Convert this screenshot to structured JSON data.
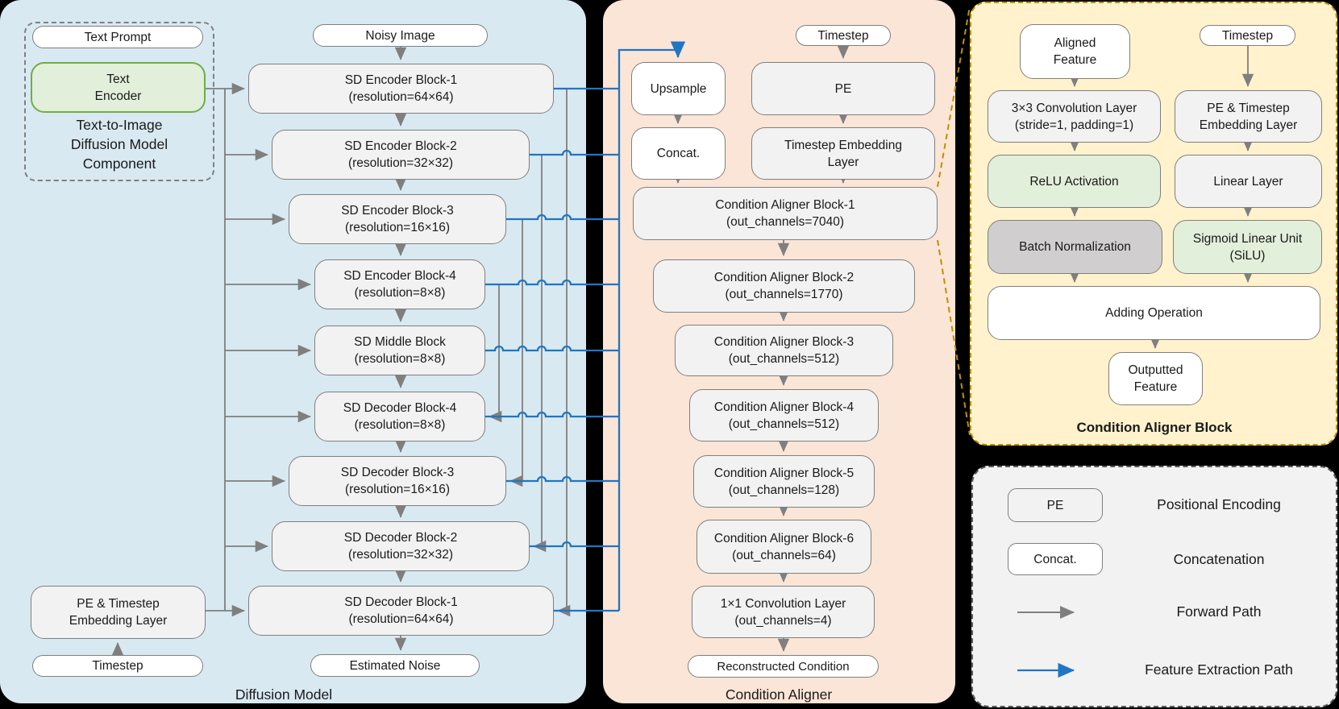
{
  "colors": {
    "feature_blue": "#1F76C4",
    "forward_gray": "#7F7F7F",
    "panel_diffusion_bg": "#D9E9F1",
    "panel_aligner_bg": "#FBE5D6",
    "panel_block_bg": "#FFF2CC",
    "panel_block_border": "#BF9000",
    "panel_legend_bg": "#F2F2F2",
    "box_gray": "#F2F2F2",
    "box_green": "#E2EFDA",
    "box_dark_gray": "#D0CECE",
    "text_encoder_border": "#70AD47"
  },
  "diffusion": {
    "panel_label": "Diffusion Model",
    "text_prompt": "Text Prompt",
    "text_encoder_line1": "Text",
    "text_encoder_line2": "Encoder",
    "component_label_line1": "Text-to-Image",
    "component_label_line2": "Diffusion Model",
    "component_label_line3": "Component",
    "noisy_image": "Noisy Image",
    "blocks": [
      {
        "name": "SD Encoder Block-1",
        "detail": "(resolution=64×64)"
      },
      {
        "name": "SD Encoder Block-2",
        "detail": "(resolution=32×32)"
      },
      {
        "name": "SD Encoder Block-3",
        "detail": "(resolution=16×16)"
      },
      {
        "name": "SD Encoder Block-4",
        "detail": "(resolution=8×8)"
      },
      {
        "name": "SD Middle Block",
        "detail": "(resolution=8×8)"
      },
      {
        "name": "SD Decoder Block-4",
        "detail": "(resolution=8×8)"
      },
      {
        "name": "SD Decoder Block-3",
        "detail": "(resolution=16×16)"
      },
      {
        "name": "SD Decoder Block-2",
        "detail": "(resolution=32×32)"
      },
      {
        "name": "SD Decoder Block-1",
        "detail": "(resolution=64×64)"
      }
    ],
    "pe_timestep_line1": "PE & Timestep",
    "pe_timestep_line2": "Embedding Layer",
    "timestep": "Timestep",
    "estimated_noise": "Estimated Noise"
  },
  "aligner": {
    "panel_label": "Condition Aligner",
    "timestep": "Timestep",
    "upsample": "Upsample",
    "concat": "Concat.",
    "pe": "PE",
    "ts_embed_line1": "Timestep Embedding",
    "ts_embed_line2": "Layer",
    "blocks": [
      {
        "name": "Condition Aligner Block-1",
        "detail": "(out_channels=7040)"
      },
      {
        "name": "Condition Aligner Block-2",
        "detail": "(out_channels=1770)"
      },
      {
        "name": "Condition Aligner Block-3",
        "detail": "(out_channels=512)"
      },
      {
        "name": "Condition Aligner Block-4",
        "detail": "(out_channels=512)"
      },
      {
        "name": "Condition Aligner Block-5",
        "detail": "(out_channels=128)"
      },
      {
        "name": "Condition Aligner Block-6",
        "detail": "(out_channels=64)"
      },
      {
        "name": "1×1 Convolution Layer",
        "detail": "(out_channels=4)"
      }
    ],
    "reconstructed": "Reconstructed Condition"
  },
  "aligner_block": {
    "panel_label": "Condition Aligner Block",
    "aligned_line1": "Aligned",
    "aligned_line2": "Feature",
    "timestep": "Timestep",
    "conv_line1": "3×3 Convolution Layer",
    "conv_line2": "(stride=1, padding=1)",
    "pe_ts_line1": "PE & Timestep",
    "pe_ts_line2": "Embedding Layer",
    "relu": "ReLU Activation",
    "linear": "Linear Layer",
    "batchnorm": "Batch Normalization",
    "silu_line1": "Sigmoid Linear Unit",
    "silu_line2": "(SiLU)",
    "adding": "Adding Operation",
    "output_line1": "Outputted",
    "output_line2": "Feature"
  },
  "legend": {
    "pe": "PE",
    "pe_desc": "Positional Encoding",
    "concat": "Concat.",
    "concat_desc": "Concatenation",
    "forward_desc": "Forward Path",
    "feature_desc": "Feature Extraction Path"
  }
}
